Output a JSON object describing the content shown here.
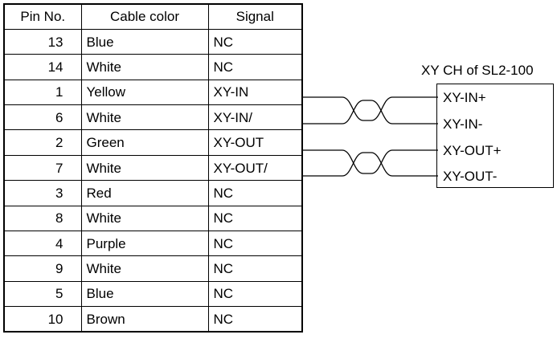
{
  "table": {
    "headers": {
      "pin": "Pin No.",
      "color": "Cable color",
      "signal": "Signal"
    },
    "rows": [
      {
        "pin": "13",
        "color": "Blue",
        "signal": "NC"
      },
      {
        "pin": "14",
        "color": "White",
        "signal": "NC"
      },
      {
        "pin": "1",
        "color": "Yellow",
        "signal": "XY-IN"
      },
      {
        "pin": "6",
        "color": "White",
        "signal": "XY-IN/"
      },
      {
        "pin": "2",
        "color": "Green",
        "signal": "XY-OUT"
      },
      {
        "pin": "7",
        "color": "White",
        "signal": "XY-OUT/"
      },
      {
        "pin": "3",
        "color": "Red",
        "signal": "NC"
      },
      {
        "pin": "8",
        "color": "White",
        "signal": "NC"
      },
      {
        "pin": "4",
        "color": "Purple",
        "signal": "NC"
      },
      {
        "pin": "9",
        "color": "White",
        "signal": "NC"
      },
      {
        "pin": "5",
        "color": "Blue",
        "signal": "NC"
      },
      {
        "pin": "10",
        "color": "Brown",
        "signal": "NC"
      }
    ]
  },
  "connector": {
    "title": "XY CH of SL2-100",
    "pins": [
      "XY-IN+",
      "XY-IN-",
      "XY-OUT+",
      "XY-OUT-"
    ]
  },
  "wiring": {
    "twisted_pairs": [
      {
        "from_signals": [
          "XY-IN",
          "XY-IN/"
        ],
        "to_pins": [
          "XY-IN+",
          "XY-IN-"
        ]
      },
      {
        "from_signals": [
          "XY-OUT",
          "XY-OUT/"
        ],
        "to_pins": [
          "XY-OUT+",
          "XY-OUT-"
        ]
      }
    ]
  }
}
